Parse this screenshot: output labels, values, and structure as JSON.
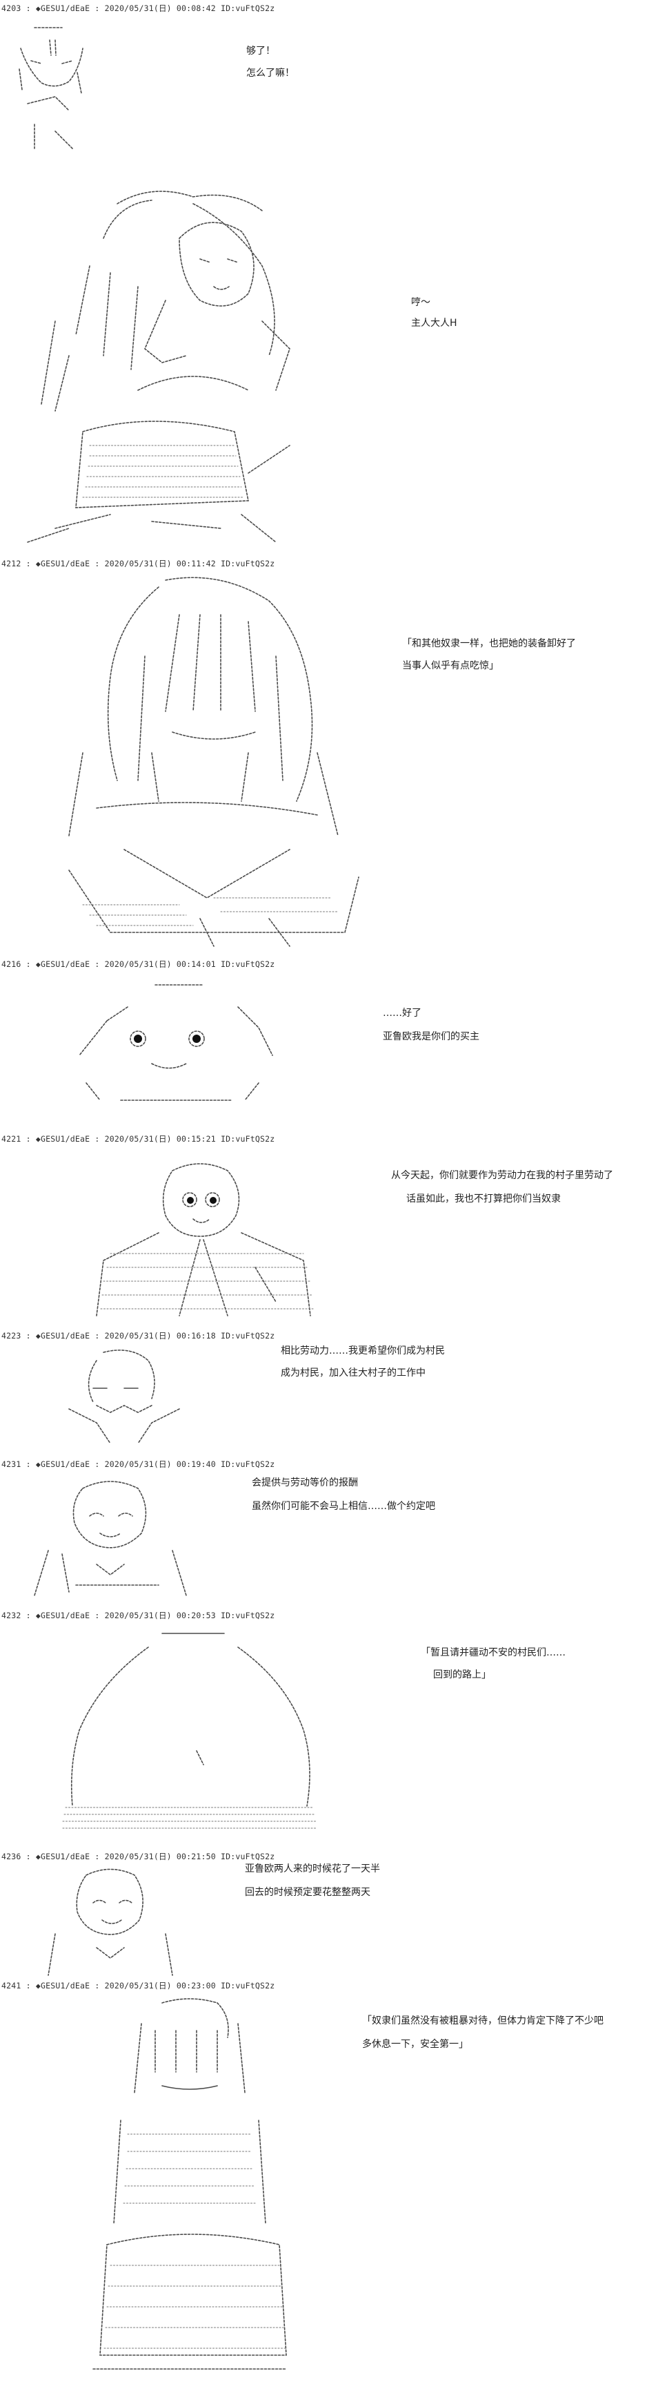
{
  "posts": [
    {
      "header": "4203 : ◆GESU1/dEaE : 2020/05/31(日) 00:08:42 ID:vuFtQS2z",
      "lines": [
        "够了！",
        "怎么了嘛！"
      ]
    },
    {
      "header": "",
      "lines": [
        "哼～",
        "主人大人H"
      ]
    },
    {
      "header": "4212 : ◆GESU1/dEaE : 2020/05/31(日) 00:11:42 ID:vuFtQS2z",
      "lines": [
        "「和其他奴隶一样，也把她的装备卸好了",
        "当事人似乎有点吃惊」"
      ]
    },
    {
      "header": "4216 : ◆GESU1/dEaE : 2020/05/31(日) 00:14:01 ID:vuFtQS2z",
      "lines": [
        "……好了",
        "亚鲁欧我是你们的买主"
      ]
    },
    {
      "header": "4221 : ◆GESU1/dEaE : 2020/05/31(日) 00:15:21 ID:vuFtQS2z",
      "lines": [
        "从今天起，你们就要作为劳动力在我的村子里劳动了",
        "话虽如此，我也不打算把你们当奴隶"
      ]
    },
    {
      "header": "4223 : ◆GESU1/dEaE : 2020/05/31(日) 00:16:18 ID:vuFtQS2z",
      "lines": [
        "相比劳动力……我更希望你们成为村民",
        "成为村民，加入往大村子的工作中"
      ]
    },
    {
      "header": "4231 : ◆GESU1/dEaE : 2020/05/31(日) 00:19:40 ID:vuFtQS2z",
      "lines": [
        "会提供与劳动等价的报酬",
        "虽然你们可能不会马上相信……做个约定吧"
      ]
    },
    {
      "header": "4232 : ◆GESU1/dEaE : 2020/05/31(日) 00:20:53 ID:vuFtQS2z",
      "lines": [
        "「暂且请并疆动不安的村民们……",
        "回到的路上」"
      ]
    },
    {
      "header": "4236 : ◆GESU1/dEaE : 2020/05/31(日) 00:21:50 ID:vuFtQS2z",
      "lines": [
        "亚鲁欧两人来的时候花了一天半",
        "回去的时候预定要花整整两天"
      ]
    },
    {
      "header": "4241 : ◆GESU1/dEaE : 2020/05/31(日) 00:23:00 ID:vuFtQS2z",
      "lines": [
        "「奴隶们虽然没有被粗暴对待，但体力肯定下降了不少吧",
        "多休息一下，安全第一」"
      ]
    }
  ]
}
